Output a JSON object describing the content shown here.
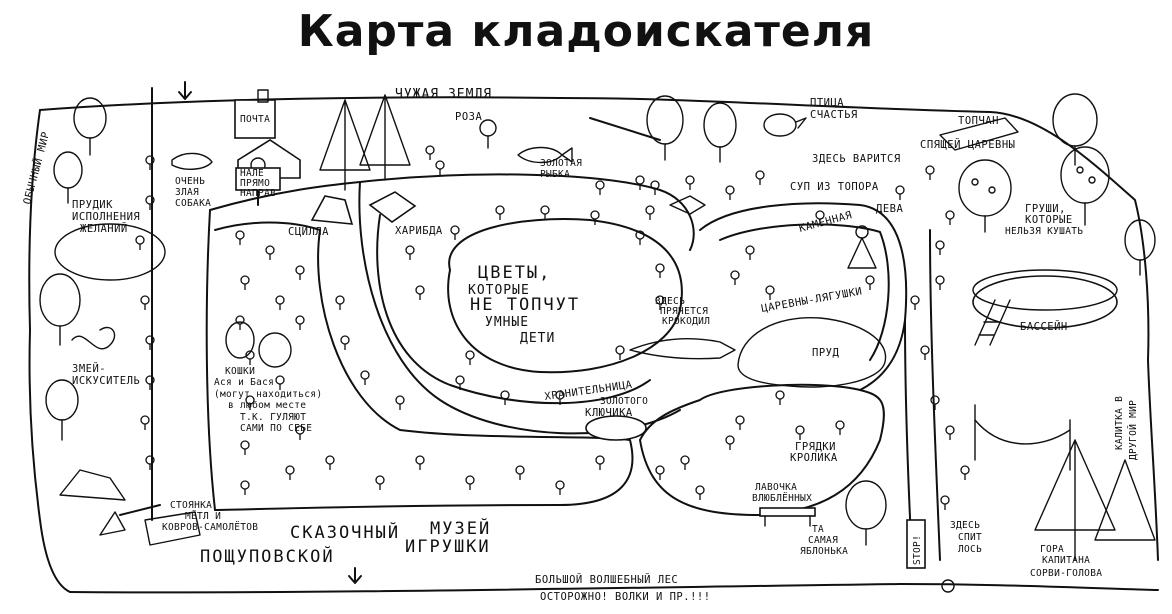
{
  "title": "Карта кладоискателя",
  "labels": {
    "alien_land": "ЧУЖАЯ ЗЕМЛЯ",
    "ordinary_world": "ОБЫЧНЫЙ МИР",
    "rose": "РОЗА",
    "mail": "ПОЧТА",
    "bird_line1": "ПТИЦА",
    "bird_line2": "СЧАСТЬЯ",
    "topchan": "ТОПЧАН",
    "sleeping_princess": "СПЯЩЕЙ ЦАРЕВНЫ",
    "goldfish_line1": "ЗОЛОТАЯ",
    "goldfish_line2": "РЫБКА",
    "here_cooking": "ЗДЕСЬ ВАРИТСЯ",
    "axe_soup": "СУП ИЗ ТОПОРА",
    "dog_line1": "ОЧЕНЬ",
    "dog_line2": "ЗЛАЯ",
    "dog_line3": "СОБАКА",
    "left_right_line1": "НАЛЕ",
    "left_right_line2": "ПРЯМО",
    "left_right_line3": "НАПРАВ",
    "pond_wishes_line1": "ПРУДИК",
    "pond_wishes_line2": "ИСПОЛНЕНИЯ",
    "pond_wishes_line3": "ЖЕЛАНИЙ",
    "scylla": "СЦИЛЛА",
    "charybdis": "ХАРИБДА",
    "stone_maiden_line1": "КАМЕННАЯ",
    "stone_maiden_line2": "ДЕВА",
    "pears_line1": "ГРУШИ,",
    "pears_line2": "КОТОРЫЕ",
    "pears_line3": "НЕЛЬЗЯ КУШАТЬ",
    "flowers_line1": "ЦВЕТЫ,",
    "flowers_line2": "КОТОРЫЕ",
    "flowers_line3": "НЕ ТОПЧУТ",
    "flowers_line4": "УМНЫЕ",
    "flowers_line5": "ДЕТИ",
    "croc_line1": "ЗДЕСЬ",
    "croc_line2": "ПРЯЧЕТСЯ",
    "croc_line3": "КРОКОДИЛ",
    "frog_princesses": "ЦАРЕВНЫ-ЛЯГУШКИ",
    "pond": "ПРУД",
    "pool": "БАССЕЙН",
    "tempter_line1": "ЗМЕЙ-",
    "tempter_line2": "ИСКУСИТЕЛЬ",
    "cats_line1": "КОШКИ",
    "cats_line2": "Ася и Бася",
    "cats_line3": "(могут находиться)",
    "cats_line4": "в любом месте",
    "cats_line5": "Т.К. ГУЛЯЮТ",
    "cats_line6": "САМИ ПО СЕБЕ",
    "keeper_line1": "ХРАНИТЕЛЬНИЦА",
    "keeper_line2": "ЗОЛОТОГО",
    "keeper_line3": "КЛЮЧИКА",
    "rabbit_line1": "ГРЯДКИ",
    "rabbit_line2": "КРОЛИКА",
    "bench_line1": "ЛАВОЧКА",
    "bench_line2": "ВЛЮБЛЁННЫХ",
    "apple_line1": "ТА",
    "apple_line2": "САМАЯ",
    "apple_line3": "ЯБЛОНЬКА",
    "moose_line1": "ЗДЕСЬ",
    "moose_line2": "СПИТ",
    "moose_line3": "ЛОСЬ",
    "mountain_line1": "ГОРА",
    "mountain_line2": "КАПИТАНА",
    "mountain_line3": "СОРВИ-ГОЛОВА",
    "otherworld_line1": "КАЛИТКА В",
    "otherworld_line2": "ДРУГОЙ МИР",
    "parking_line1": "СТОЯНКА",
    "parking_line2": "МЁТЛ И",
    "parking_line3": "КОВРОВ-САМОЛЁТОВ",
    "stop": "STOP!",
    "museum_line1": "СКАЗОЧНЫЙ",
    "museum_word2": "МУЗЕЙ",
    "museum_line2": "ПОЩУПОВСКОЙ",
    "museum_word4": "ИГРУШКИ",
    "forest_line1": "БОЛЬШОЙ  ВОЛШЕБНЫЙ  ЛЕС",
    "forest_line2": "ОСТОРОЖНО!  ВОЛКИ  И  ПР.!!!"
  }
}
